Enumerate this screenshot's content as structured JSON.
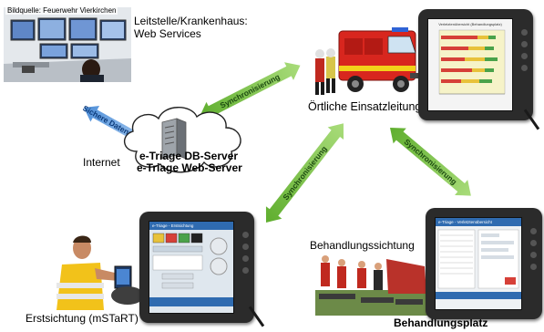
{
  "labels": {
    "photo_credit": "Bildquelle: Feuerwehr Vierkirchen",
    "control_center_line1": "Leitstelle/Krankenhaus:",
    "control_center_line2": "Web Services",
    "internet": "Internet",
    "server_line1": "e-Triage DB-Server",
    "server_line2": "e-Triage Web-Server",
    "local_command": "Örtliche Einsatzleitung",
    "treatment_screening": "Behandlungssichtung",
    "first_screening": "Erstsichtung (mSTaRT)",
    "treatment_area": "Behandlungsplatz"
  },
  "connections": {
    "secure_link": "Sichere Datenverbindung",
    "sync_server_command": "Synchronisierung",
    "sync_first_command": "Synchronisierung",
    "sync_command_treatment": "Synchronisierung"
  },
  "colors": {
    "sync_arrow": "#7dc24a",
    "secure_arrow": "#7fb0e6",
    "fire_truck": "#d8261e",
    "fire_truck_stripe": "#f2d21a",
    "cloud": "#ffffff",
    "tablet": "#2b2b2b"
  },
  "icons": {
    "server": "server-icon",
    "cloud": "cloud-icon",
    "fire_truck": "fire-truck-icon",
    "workstation": "workstation-icon",
    "tablet": "tablet-icon"
  },
  "chart_panel": {
    "title": "Verletztenübersicht (Behandlungsplatz)"
  },
  "tablet_first": {
    "title": "e-Triage - Erstsichtung"
  },
  "tablet_treatment": {
    "title": "e-Triage - Verletztenübersicht"
  }
}
